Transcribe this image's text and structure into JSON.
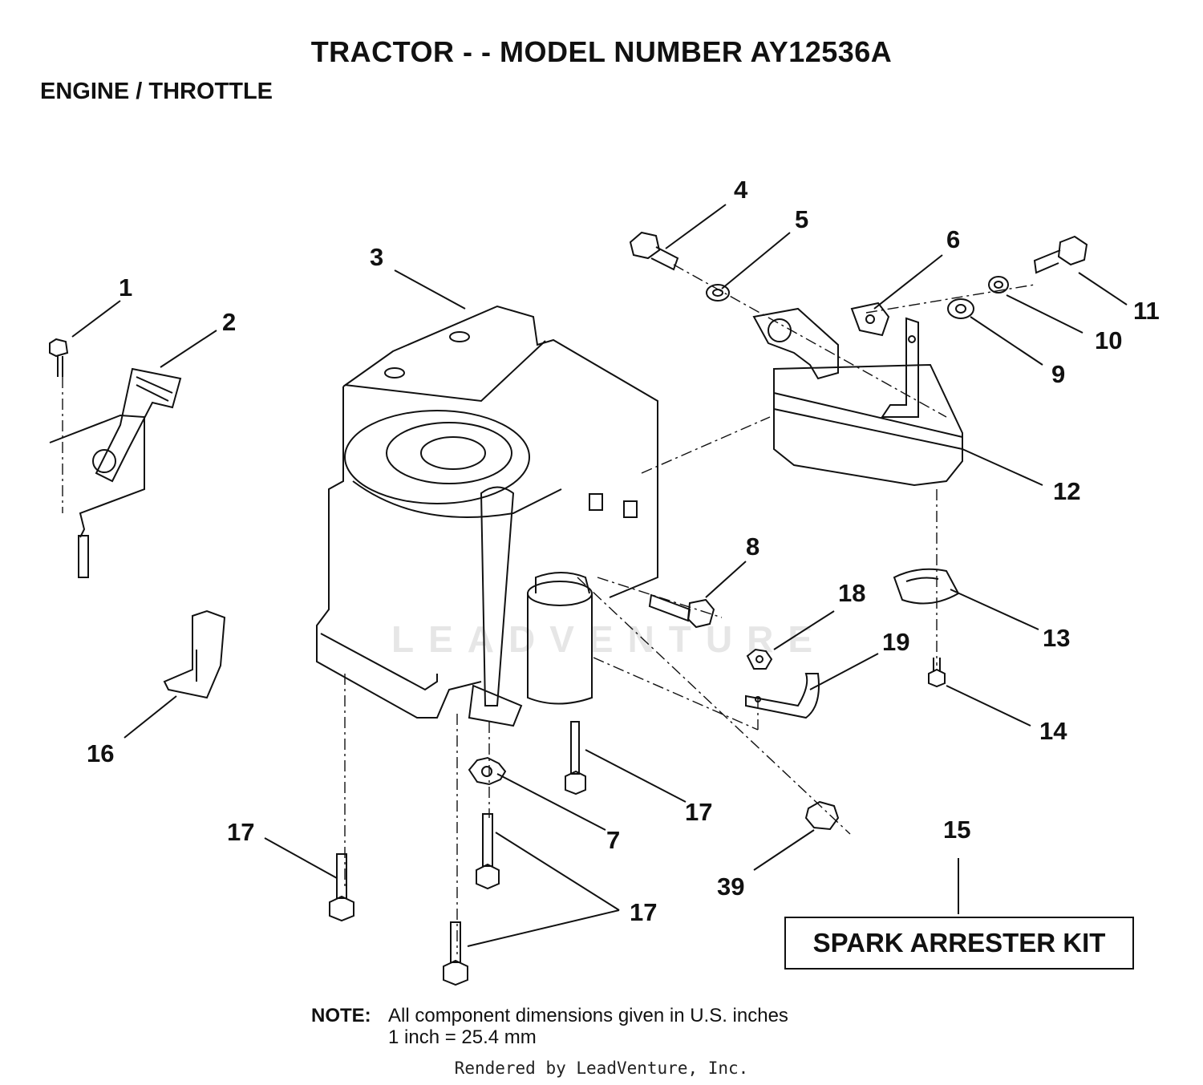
{
  "title": "TRACTOR - - MODEL NUMBER  AY12536A",
  "section": "ENGINE / THROTTLE",
  "callouts": {
    "c1": "1",
    "c2": "2",
    "c3": "3",
    "c4": "4",
    "c5": "5",
    "c6": "6",
    "c7": "7",
    "c8": "8",
    "c9": "9",
    "c10": "10",
    "c11": "11",
    "c12": "12",
    "c13": "13",
    "c14": "14",
    "c15": "15",
    "c16": "16",
    "c17a": "17",
    "c17b": "17",
    "c17c": "17",
    "c18": "18",
    "c19": "19",
    "c39": "39"
  },
  "kit_label": "SPARK ARRESTER KIT",
  "note": {
    "label": "NOTE:",
    "line1": "All component dimensions given in U.S. inches",
    "line2": "1 inch = 25.4 mm"
  },
  "watermark": "LEADVENTURE",
  "footer": "Rendered by LeadVenture, Inc."
}
